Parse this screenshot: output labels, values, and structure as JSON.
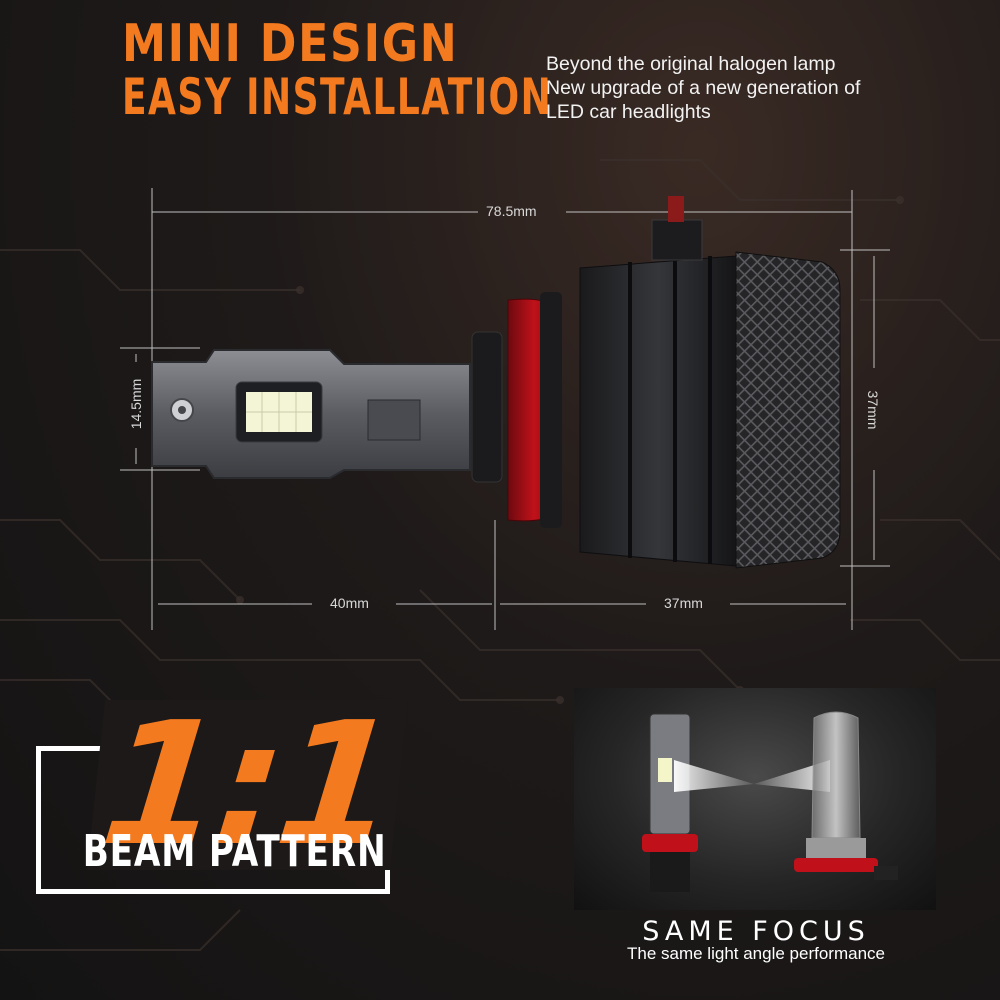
{
  "headline": {
    "line1": "MINI DESIGN",
    "line2": "EASY INSTALLATION"
  },
  "tagline": [
    "Beyond the original halogen lamp",
    "New upgrade of a new generation of",
    "LED car headlights"
  ],
  "dimensions": {
    "overall_length": "78.5mm",
    "chip_height": "14.5mm",
    "base_diameter": "37mm",
    "front_length": "40mm",
    "rear_length": "37mm"
  },
  "beam": {
    "ratio": "1:1",
    "label": "BEAM PATTERN"
  },
  "comparison": {
    "title": "SAME FOCUS",
    "subtitle": "The same light angle performance"
  },
  "colors": {
    "accent": "#f47a1f",
    "background": "#1c1918",
    "socket_red": "#c0111a"
  }
}
